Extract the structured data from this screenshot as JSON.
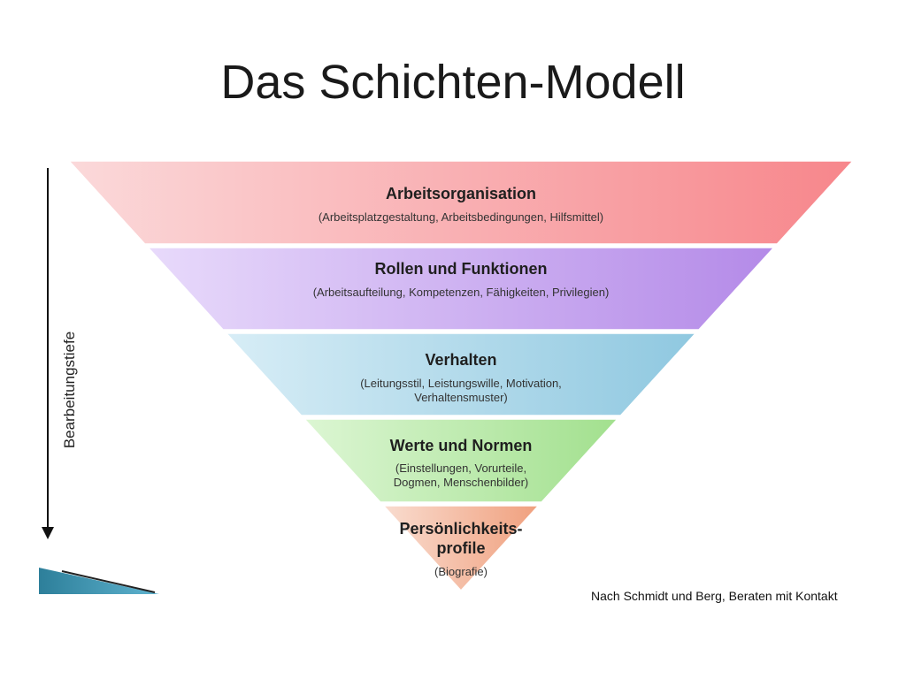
{
  "slide": {
    "title": "Das Schichten-Modell",
    "credit": "Nach Schmidt und  Berg, Beraten mit Kontakt"
  },
  "axis": {
    "label": "Bearbeitungstiefe"
  },
  "layers": [
    {
      "title": "Arbeitsorganisation",
      "sub": [
        "(Arbeitsplatzgestaltung,  Arbeitsbedingungen,  Hilfsmittel)"
      ],
      "color": "#f7a4a8"
    },
    {
      "title": "Rollen und Funktionen",
      "sub": [
        "(Arbeitsaufteilung, Kompetenzen, Fähigkeiten, Privilegien)"
      ],
      "color": "#c9a6f2"
    },
    {
      "title": "Verhalten",
      "sub": [
        "(Leitungsstil,  Leistungswille,  Motivation,",
        "Verhaltensmuster)"
      ],
      "color": "#a9d6ea"
    },
    {
      "title": "Werte und Normen",
      "sub": [
        "(Einstellungen,  Vorurteile,",
        "Dogmen,  Menschenbilder)"
      ],
      "color": "#b7eaa8"
    },
    {
      "title": [
        "Persönlichkeits-",
        "profile"
      ],
      "sub": [
        "(Biografie)"
      ],
      "color": "#f3b79c"
    }
  ]
}
